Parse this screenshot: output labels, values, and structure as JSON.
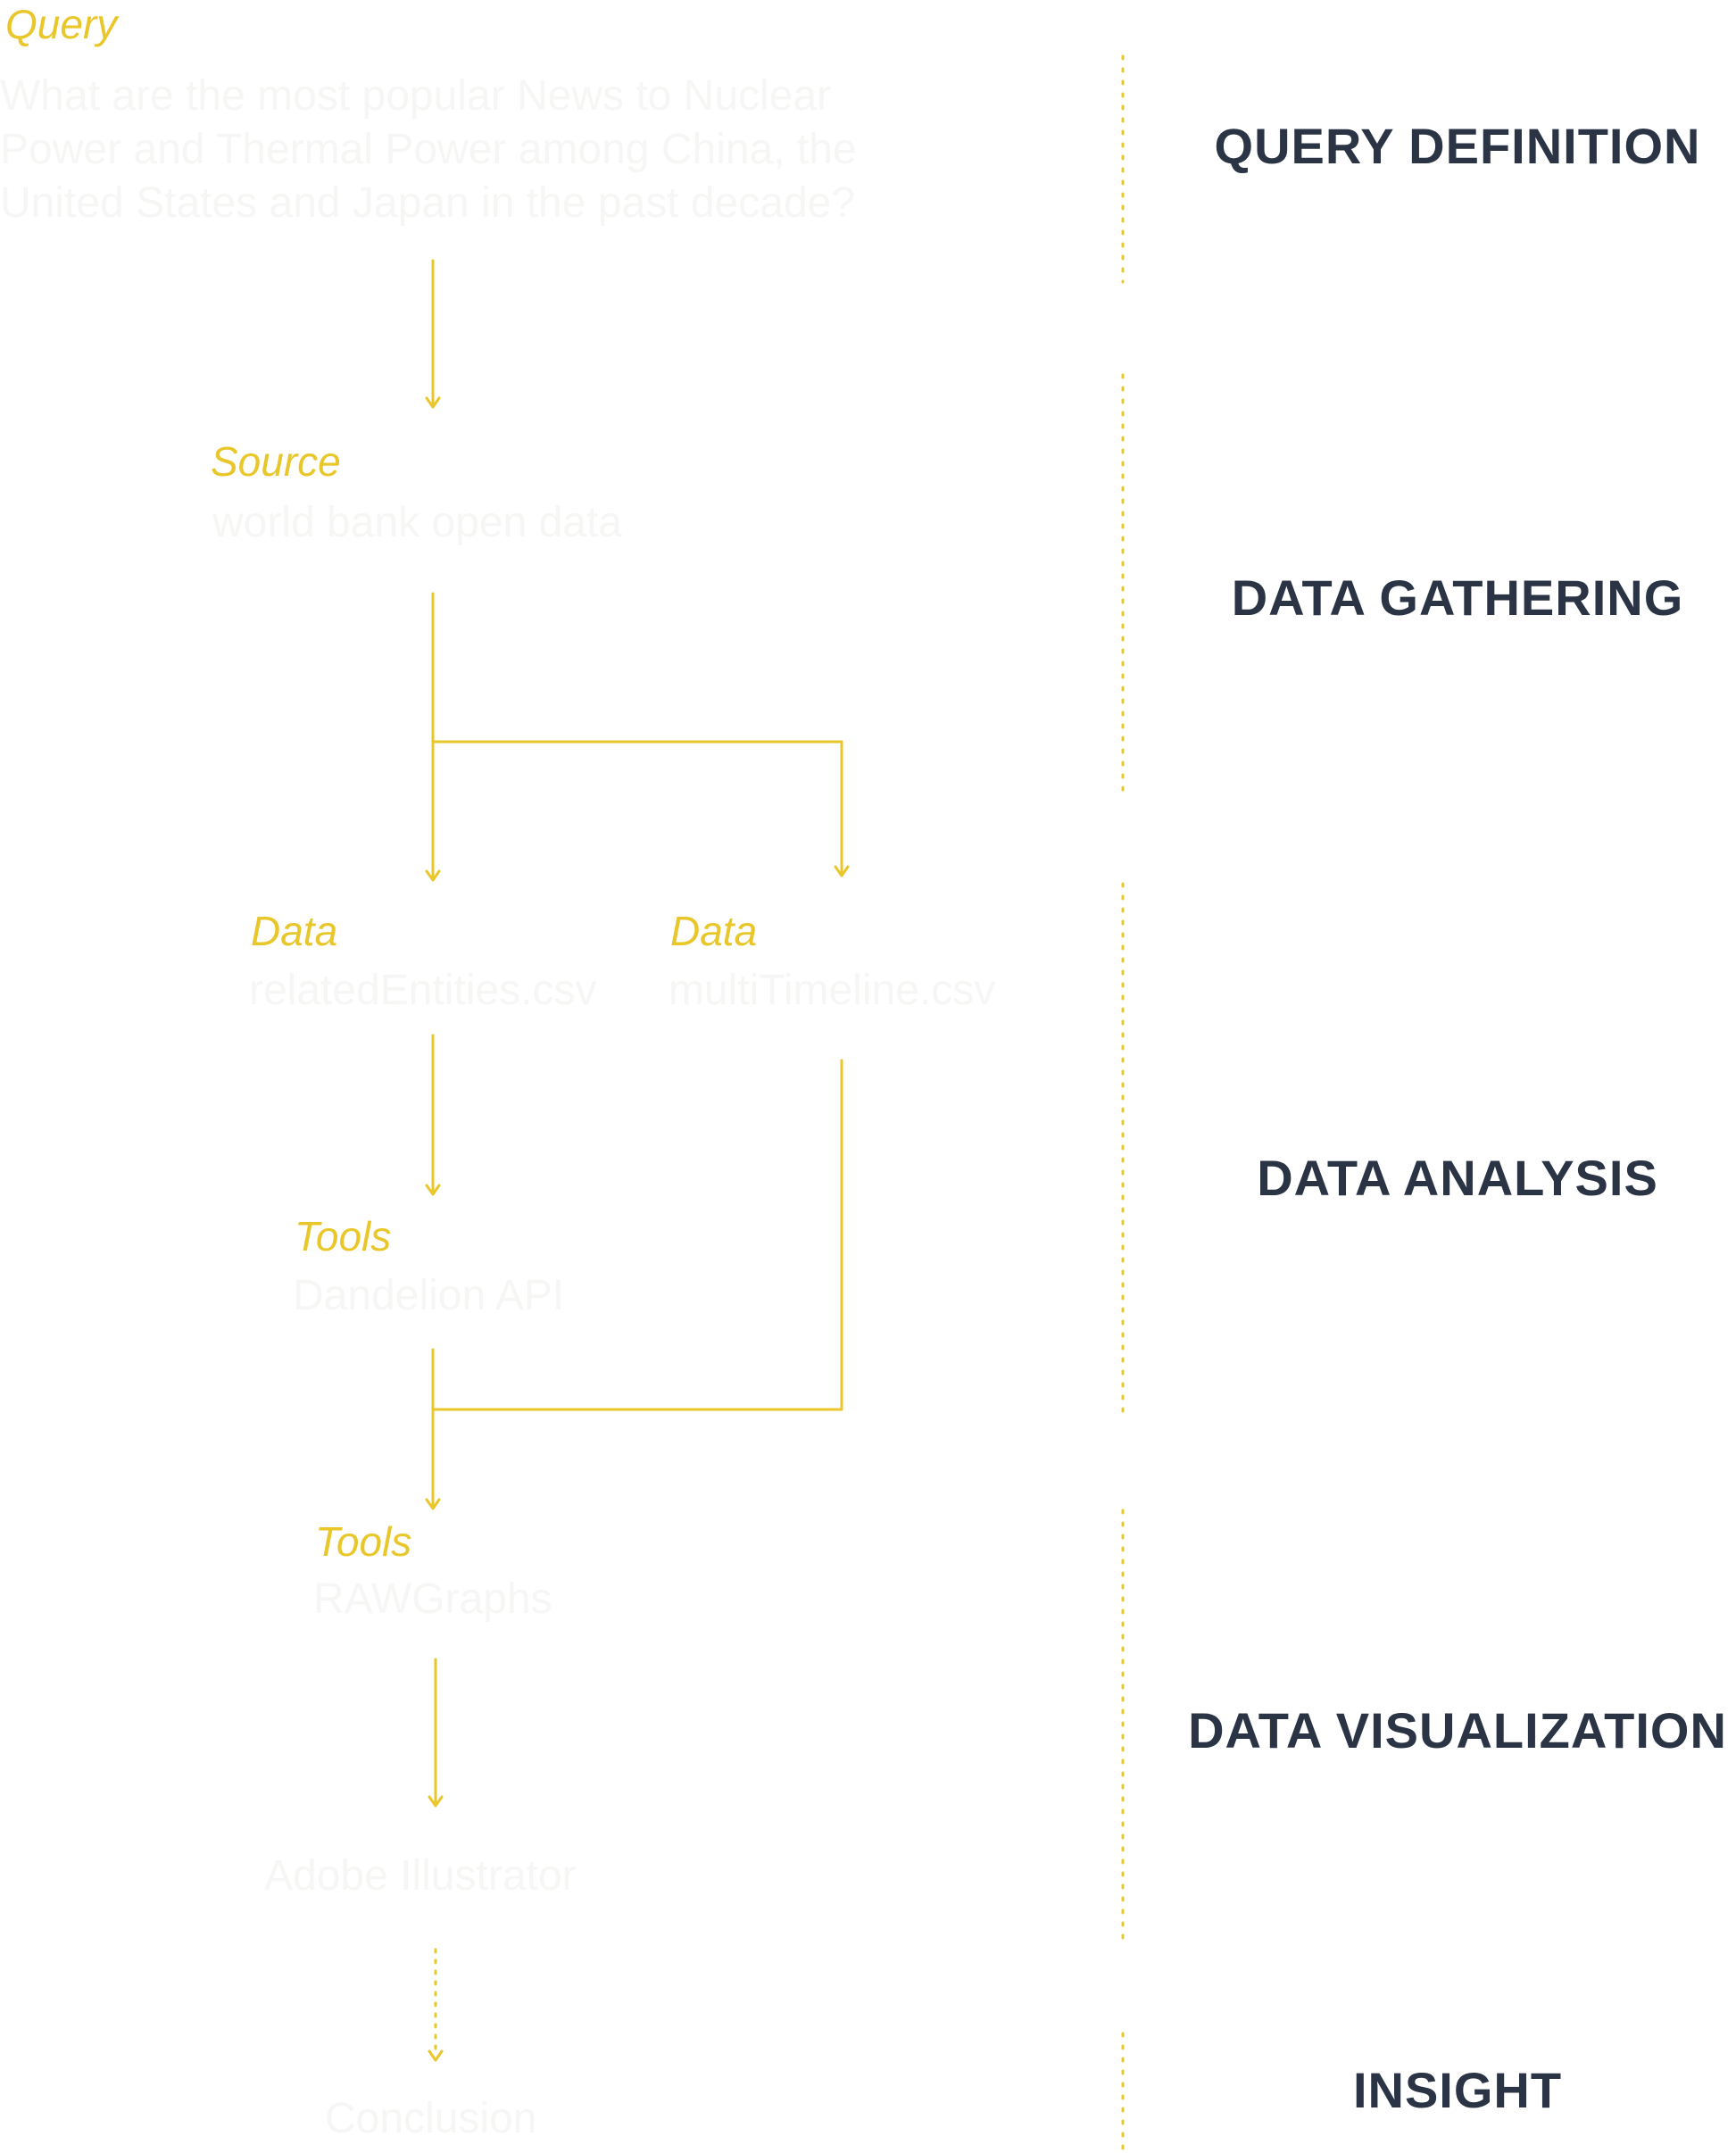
{
  "query": {
    "label": "Query",
    "lines": [
      "What are the most popular News to Nuclear",
      "Power and Thermal Power among China, the",
      "United States and Japan in the past decade?"
    ]
  },
  "source": {
    "label": "Source",
    "value": "world bank open data"
  },
  "data_left": {
    "label": "Data",
    "value": "relatedEntities.csv"
  },
  "data_right": {
    "label": "Data",
    "value": "multiTimeline.csv"
  },
  "tools_1": {
    "label": "Tools",
    "value": "Dandelion API"
  },
  "tools_2": {
    "label": "Tools",
    "value": "RAWGraphs"
  },
  "tools_3": {
    "value": "Adobe Illustrator"
  },
  "conclusion": {
    "value": "Conclusion"
  },
  "stages": [
    "QUERY DEFINITION",
    "DATA GATHERING",
    "DATA ANALYSIS",
    "DATA VISUALIZATION",
    "INSIGHT"
  ],
  "colors": {
    "accent": "#e9c72a",
    "stage_text": "#2b3444",
    "faint_text": "#f6f6f4",
    "background": "#ffffff"
  }
}
